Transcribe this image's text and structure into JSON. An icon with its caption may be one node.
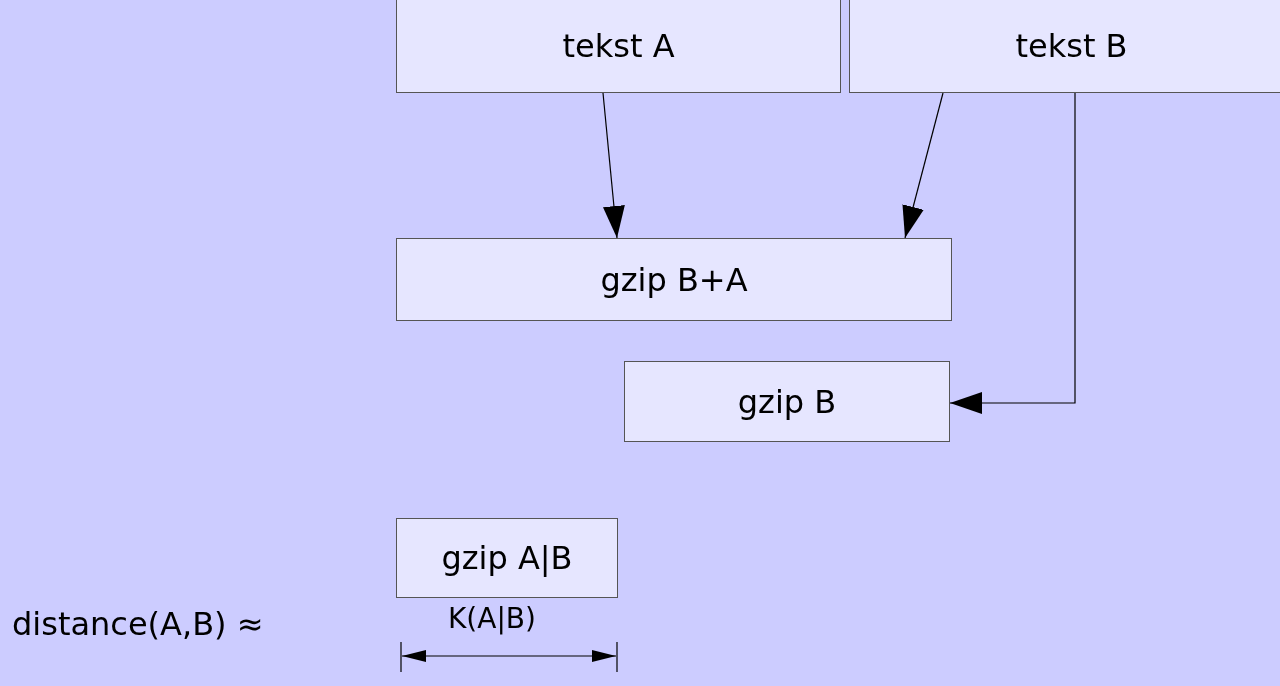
{
  "diagram": {
    "nodes": [
      {
        "text": [
          "tekst A"
        ]
      },
      {
        "text": [
          "tekst B"
        ]
      },
      {
        "text": [
          "gzip B+A"
        ]
      },
      {
        "text": [
          "gzip B"
        ]
      },
      {
        "text": [
          "gzip A|B"
        ]
      }
    ],
    "edges": [
      {
        "from": 0,
        "to": 2,
        "arrow": "to"
      },
      {
        "from": 1,
        "to": 2,
        "arrow": "to"
      },
      {
        "from": 1,
        "to": 3,
        "arrow": "to"
      }
    ],
    "labels": [
      "distance(A,B) ≈",
      "K(A|B)"
    ]
  }
}
